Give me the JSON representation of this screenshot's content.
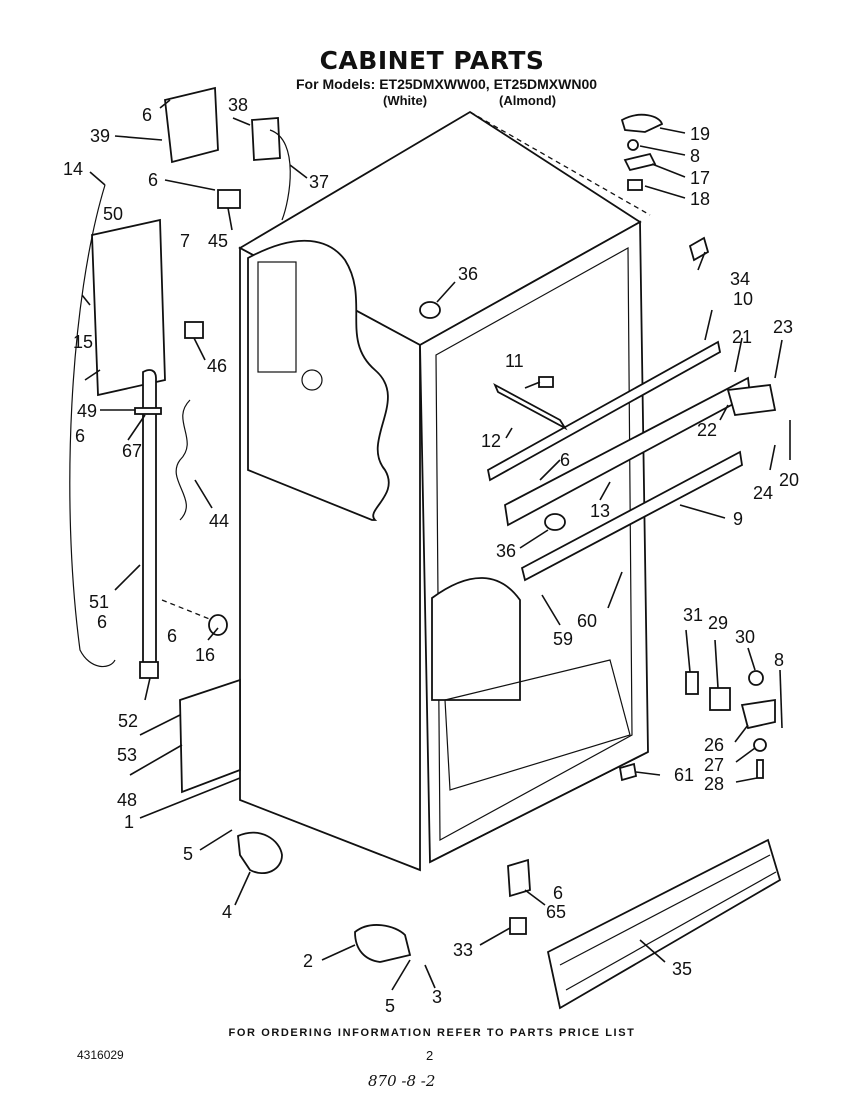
{
  "header": {
    "title": "CABINET PARTS",
    "models_line": "For Models: ET25DMXWW00, ET25DMXWN00",
    "variant_white": "(White)",
    "variant_almond": "(Almond)"
  },
  "footer": {
    "note": "FOR ORDERING INFORMATION REFER TO PARTS PRICE LIST",
    "doc_number": "4316029",
    "page_number": "2",
    "handwritten": "870 -8 -2"
  },
  "callouts": [
    "6",
    "38",
    "39",
    "19",
    "8",
    "14",
    "37",
    "17",
    "6",
    "18",
    "50",
    "7",
    "45",
    "36",
    "34",
    "10",
    "15",
    "46",
    "23",
    "21",
    "11",
    "49",
    "6",
    "67",
    "22",
    "12",
    "6",
    "20",
    "24",
    "44",
    "13",
    "9",
    "36",
    "51",
    "60",
    "59",
    "6",
    "16",
    "31",
    "29",
    "30",
    "8",
    "6",
    "52",
    "53",
    "26",
    "27",
    "28",
    "48",
    "61",
    "1",
    "5",
    "4",
    "65",
    "6",
    "33",
    "35",
    "2",
    "5",
    "3"
  ]
}
